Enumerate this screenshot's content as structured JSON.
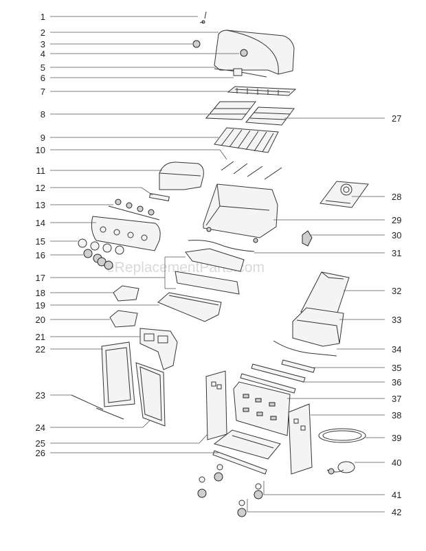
{
  "watermark": "eReplacementParts.com",
  "callouts": {
    "n1": "1",
    "n2": "2",
    "n3": "3",
    "n4": "4",
    "n5": "5",
    "n6": "6",
    "n7": "7",
    "n8": "8",
    "n9": "9",
    "n10": "10",
    "n11": "11",
    "n12": "12",
    "n13": "13",
    "n14": "14",
    "n15": "15",
    "n16": "16",
    "n17": "17",
    "n18": "18",
    "n19": "19",
    "n20": "20",
    "n21": "21",
    "n22": "22",
    "n23": "23",
    "n24": "24",
    "n25": "25",
    "n26": "26",
    "n27": "27",
    "n28": "28",
    "n29": "29",
    "n30": "30",
    "n31": "31",
    "n32": "32",
    "n33": "33",
    "n34": "34",
    "n35": "35",
    "n36": "36",
    "n37": "37",
    "n38": "38",
    "n39": "39",
    "n40": "40",
    "n41": "41",
    "n42": "42"
  }
}
